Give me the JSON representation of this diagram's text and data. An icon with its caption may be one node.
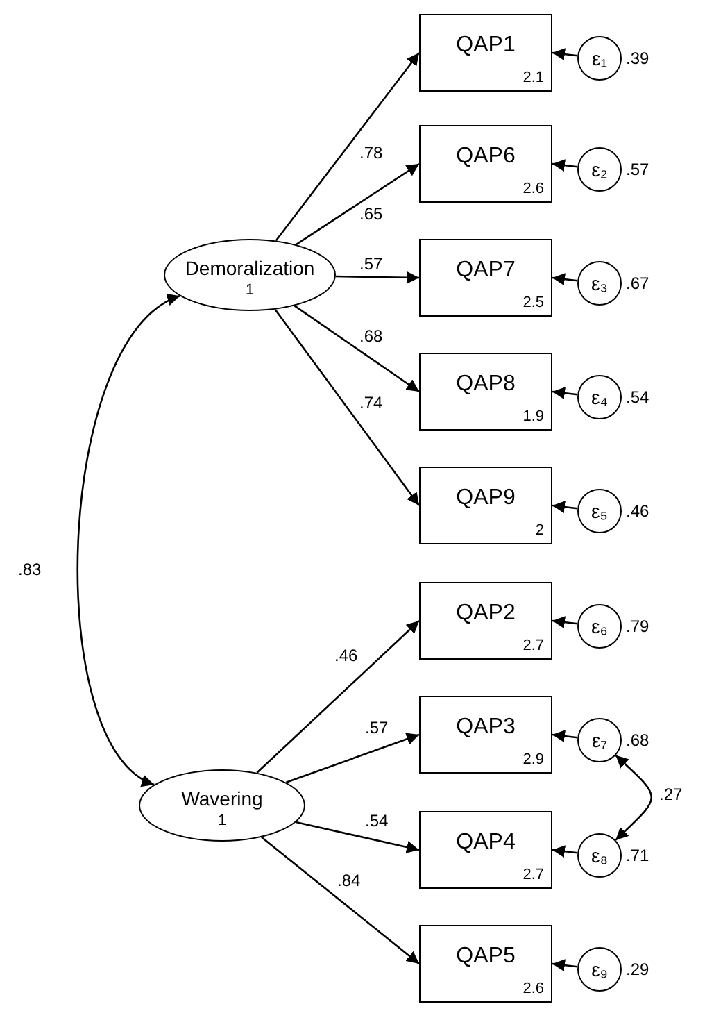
{
  "diagram": {
    "nodes": [
      {
        "text": [
          "Demoralization",
          "1"
        ]
      },
      {
        "text": [
          "Wavering",
          "1"
        ]
      },
      {
        "text": [
          "QAP1",
          "2.1"
        ]
      },
      {
        "text": [
          "QAP6",
          "2.6"
        ]
      },
      {
        "text": [
          "QAP7",
          "2.5"
        ]
      },
      {
        "text": [
          "QAP8",
          "1.9"
        ]
      },
      {
        "text": [
          "QAP9",
          "2"
        ]
      },
      {
        "text": [
          "QAP2",
          "2.7"
        ]
      },
      {
        "text": [
          "QAP3",
          "2.9"
        ]
      },
      {
        "text": [
          "QAP4",
          "2.7"
        ]
      },
      {
        "text": [
          "QAP5",
          "2.6"
        ]
      },
      {
        "text": [
          "ε₁"
        ],
        "beside": [
          ".39"
        ]
      },
      {
        "text": [
          "ε₂"
        ],
        "beside": [
          ".57"
        ]
      },
      {
        "text": [
          "ε₃"
        ],
        "beside": [
          ".67"
        ]
      },
      {
        "text": [
          "ε₄"
        ],
        "beside": [
          ".54"
        ]
      },
      {
        "text": [
          "ε₅"
        ],
        "beside": [
          ".46"
        ]
      },
      {
        "text": [
          "ε₆"
        ],
        "beside": [
          ".79"
        ]
      },
      {
        "text": [
          "ε₇"
        ],
        "beside": [
          ".68"
        ]
      },
      {
        "text": [
          "ε₈"
        ],
        "beside": [
          ".71"
        ]
      },
      {
        "text": [
          "ε₉"
        ],
        "beside": [
          ".29"
        ]
      }
    ],
    "edges": [
      {
        "from": 0,
        "to": 2,
        "arrow": "to",
        "label": ".78"
      },
      {
        "from": 0,
        "to": 3,
        "arrow": "to",
        "label": ".65"
      },
      {
        "from": 0,
        "to": 4,
        "arrow": "to",
        "label": ".57"
      },
      {
        "from": 0,
        "to": 5,
        "arrow": "to",
        "label": ".68"
      },
      {
        "from": 0,
        "to": 6,
        "arrow": "to",
        "label": ".74"
      },
      {
        "from": 1,
        "to": 7,
        "arrow": "to",
        "label": ".46"
      },
      {
        "from": 1,
        "to": 8,
        "arrow": "to",
        "label": ".57"
      },
      {
        "from": 1,
        "to": 9,
        "arrow": "to",
        "label": ".54"
      },
      {
        "from": 1,
        "to": 10,
        "arrow": "to",
        "label": ".84"
      },
      {
        "from": 11,
        "to": 2,
        "arrow": "to"
      },
      {
        "from": 12,
        "to": 3,
        "arrow": "to"
      },
      {
        "from": 13,
        "to": 4,
        "arrow": "to"
      },
      {
        "from": 14,
        "to": 5,
        "arrow": "to"
      },
      {
        "from": 15,
        "to": 6,
        "arrow": "to"
      },
      {
        "from": 16,
        "to": 7,
        "arrow": "to"
      },
      {
        "from": 17,
        "to": 8,
        "arrow": "to"
      },
      {
        "from": 18,
        "to": 9,
        "arrow": "to"
      },
      {
        "from": 19,
        "to": 10,
        "arrow": "to"
      },
      {
        "from": 0,
        "to": 1,
        "arrow": "both",
        "label": ".83"
      },
      {
        "from": 17,
        "to": 18,
        "arrow": "both",
        "label": ".27"
      }
    ]
  }
}
